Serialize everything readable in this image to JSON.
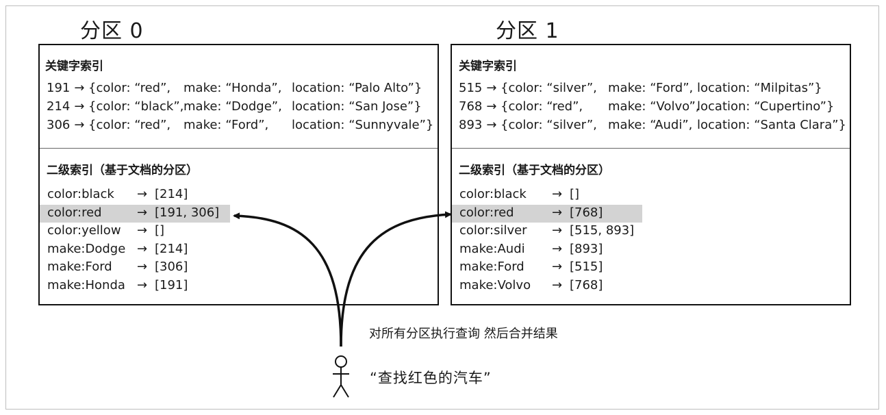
{
  "partitions": [
    {
      "title": "分区 0",
      "primary_heading": "关键字索引",
      "primary_rows": [
        {
          "id": "191",
          "color": "{color: “red”,",
          "make": "make: “Honda”,",
          "location": "location: “Palo Alto”}"
        },
        {
          "id": "214",
          "color": "{color: “black”,",
          "make": "make: “Dodge”,",
          "location": "location: “San Jose”}"
        },
        {
          "id": "306",
          "color": "{color: “red”,",
          "make": "make: “Ford”,",
          "location": "location: “Sunnyvale”}"
        }
      ],
      "secondary_heading": "二级索引（基于文档的分区）",
      "secondary_rows": [
        {
          "term": "color:black",
          "postings": "[214]",
          "highlighted": false
        },
        {
          "term": "color:red",
          "postings": "[191, 306]",
          "highlighted": true
        },
        {
          "term": "color:yellow",
          "postings": "[]",
          "highlighted": false
        },
        {
          "term": "make:Dodge",
          "postings": "[214]",
          "highlighted": false
        },
        {
          "term": "make:Ford",
          "postings": "[306]",
          "highlighted": false
        },
        {
          "term": "make:Honda",
          "postings": "[191]",
          "highlighted": false
        }
      ]
    },
    {
      "title": "分区 1",
      "primary_heading": "关键字索引",
      "primary_rows": [
        {
          "id": "515",
          "color": "{color: “silver”,",
          "make": "make: “Ford”,",
          "location": "location: “Milpitas”}"
        },
        {
          "id": "768",
          "color": "{color: “red”,",
          "make": "make: “Volvo”,",
          "location": "location: “Cupertino”}"
        },
        {
          "id": "893",
          "color": "{color: “silver”,",
          "make": "make: “Audi”,",
          "location": "location: “Santa Clara”}"
        }
      ],
      "secondary_heading": "二级索引（基于文档的分区）",
      "secondary_rows": [
        {
          "term": "color:black",
          "postings": "[]",
          "highlighted": false
        },
        {
          "term": "color:red",
          "postings": "[768]",
          "highlighted": true
        },
        {
          "term": "color:silver",
          "postings": "[515, 893]",
          "highlighted": false
        },
        {
          "term": "make:Audi",
          "postings": "[893]",
          "highlighted": false
        },
        {
          "term": "make:Ford",
          "postings": "[515]",
          "highlighted": false
        },
        {
          "term": "make:Volvo",
          "postings": "[768]",
          "highlighted": false
        }
      ]
    }
  ],
  "arrow_glyph": "→",
  "scatter_caption": "对所有分区执行查询 然后合并结果",
  "client_query": "“查找红色的汽车”",
  "client_icon": "person-icon"
}
